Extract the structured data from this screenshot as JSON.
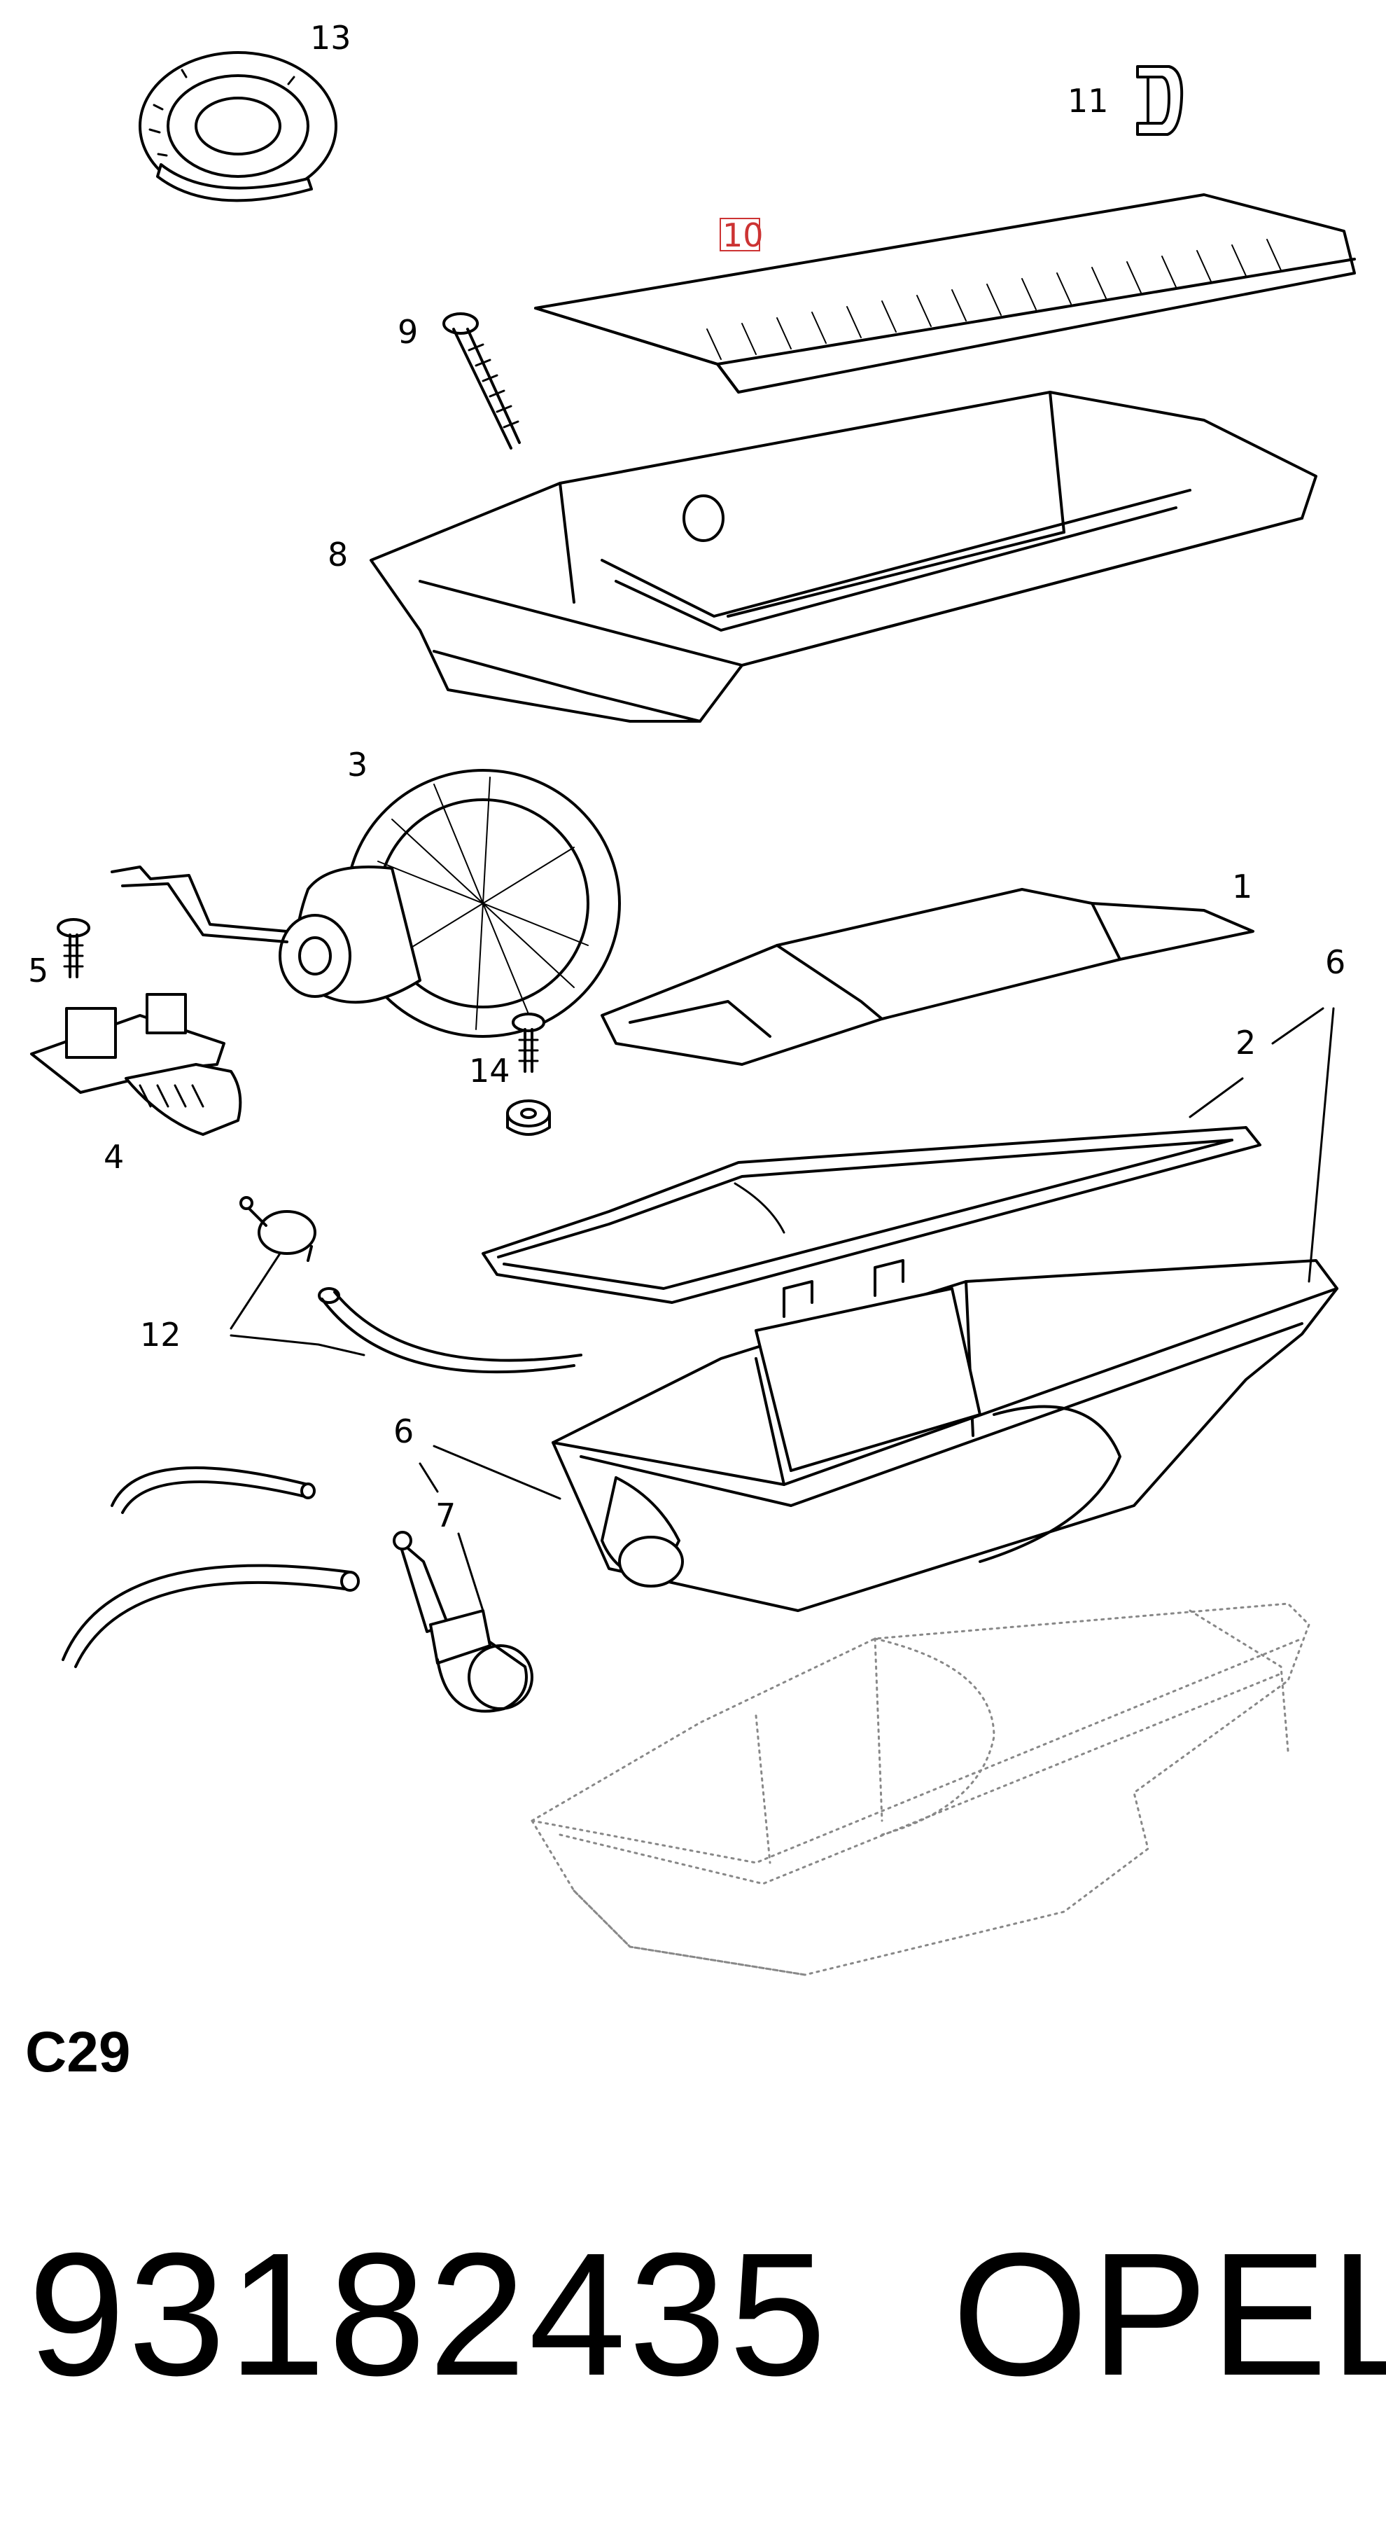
{
  "callouts": [
    {
      "id": "13",
      "label": "13",
      "highlighted": false
    },
    {
      "id": "11",
      "label": "11",
      "highlighted": false
    },
    {
      "id": "10",
      "label": "10",
      "highlighted": true
    },
    {
      "id": "9",
      "label": "9",
      "highlighted": false
    },
    {
      "id": "8",
      "label": "8",
      "highlighted": false
    },
    {
      "id": "3",
      "label": "3",
      "highlighted": false
    },
    {
      "id": "1",
      "label": "1",
      "highlighted": false
    },
    {
      "id": "6a",
      "label": "6",
      "highlighted": false
    },
    {
      "id": "5",
      "label": "5",
      "highlighted": false
    },
    {
      "id": "2",
      "label": "2",
      "highlighted": false
    },
    {
      "id": "14",
      "label": "14",
      "highlighted": false
    },
    {
      "id": "4",
      "label": "4",
      "highlighted": false
    },
    {
      "id": "12",
      "label": "12",
      "highlighted": false
    },
    {
      "id": "6b",
      "label": "6",
      "highlighted": false
    },
    {
      "id": "7",
      "label": "7",
      "highlighted": false
    }
  ],
  "footer": {
    "page_code": "C29",
    "part_number": "93182435",
    "brand": "OPEL"
  },
  "colors": {
    "line": "#000000",
    "highlight": "#cc3333",
    "background": "#ffffff"
  }
}
